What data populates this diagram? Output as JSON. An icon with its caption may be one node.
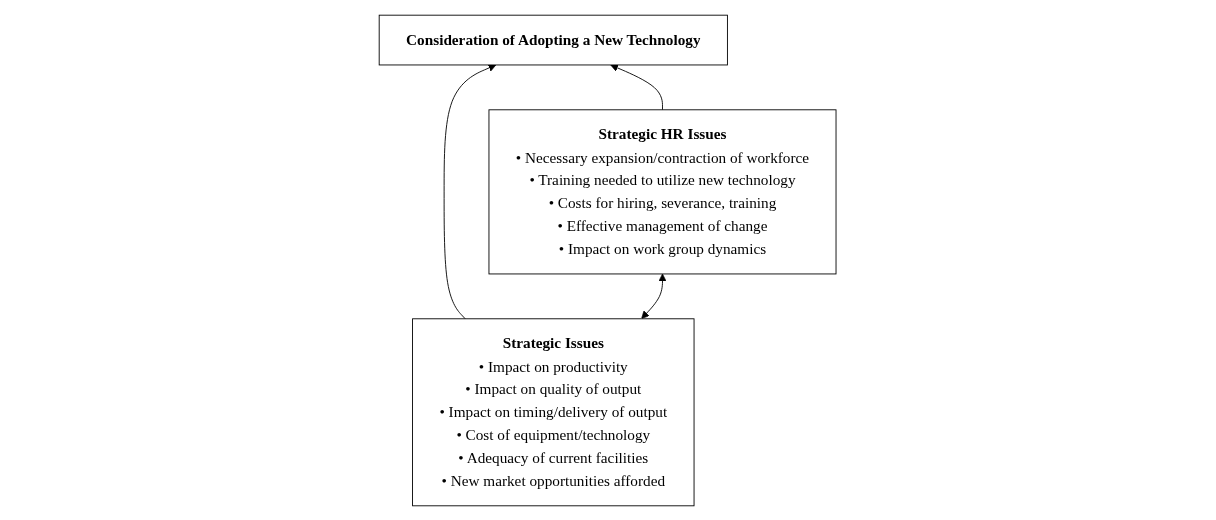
{
  "diagram": {
    "nodes": [
      {
        "text": [
          "Consideration of Adopting a New Technology"
        ]
      },
      {
        "text": [
          "Strategic Issues",
          "• Impact on productivity",
          "• Impact on quality of output",
          "• Impact on timing/delivery of output",
          "• Cost of equipment/technology",
          "• Adequacy of current facilities",
          "• New market opportunities afforded"
        ]
      },
      {
        "text": [
          "Strategic HR Issues",
          "• Necessary expansion/contraction of workforce",
          "• Training needed to utilize new technology",
          "• Costs for hiring, severance, training",
          "• Effective management of change",
          "• Impact on work group dynamics"
        ]
      }
    ],
    "edges": [
      {
        "from": 1,
        "to": 0,
        "arrow": "to"
      },
      {
        "from": 2,
        "to": 0,
        "arrow": "to"
      },
      {
        "from": 1,
        "to": 2,
        "arrow": "both"
      }
    ]
  }
}
